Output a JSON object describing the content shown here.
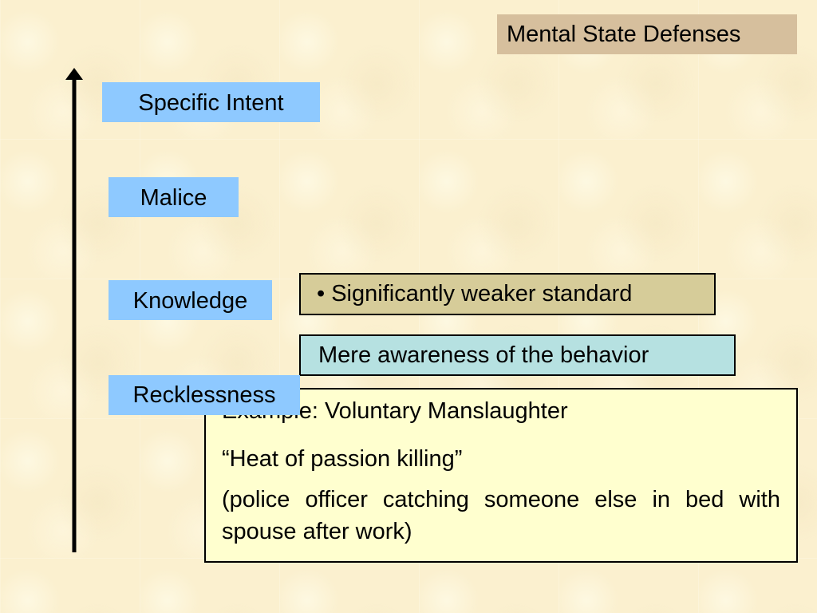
{
  "title": "Mental State Defenses",
  "levels": [
    {
      "label": "Specific Intent"
    },
    {
      "label": "Malice"
    },
    {
      "label": "Knowledge"
    },
    {
      "label": "Recklessness"
    }
  ],
  "notes": {
    "weaker_standard": "• Significantly weaker standard",
    "awareness": "Mere awareness of the behavior"
  },
  "example": {
    "line1": "Example: Voluntary Manslaughter",
    "line2": "“Heat of passion killing”",
    "line3": "(police officer catching someone else in bed with spouse after work)"
  },
  "colors": {
    "title_bg": "#d6bf9d",
    "level_bg": "#8ec9ff",
    "weaker_bg": "#d6cc99",
    "awareness_bg": "#b6e1e1",
    "example_bg": "#ffffcf",
    "page_bg": "#fbf0cf"
  }
}
